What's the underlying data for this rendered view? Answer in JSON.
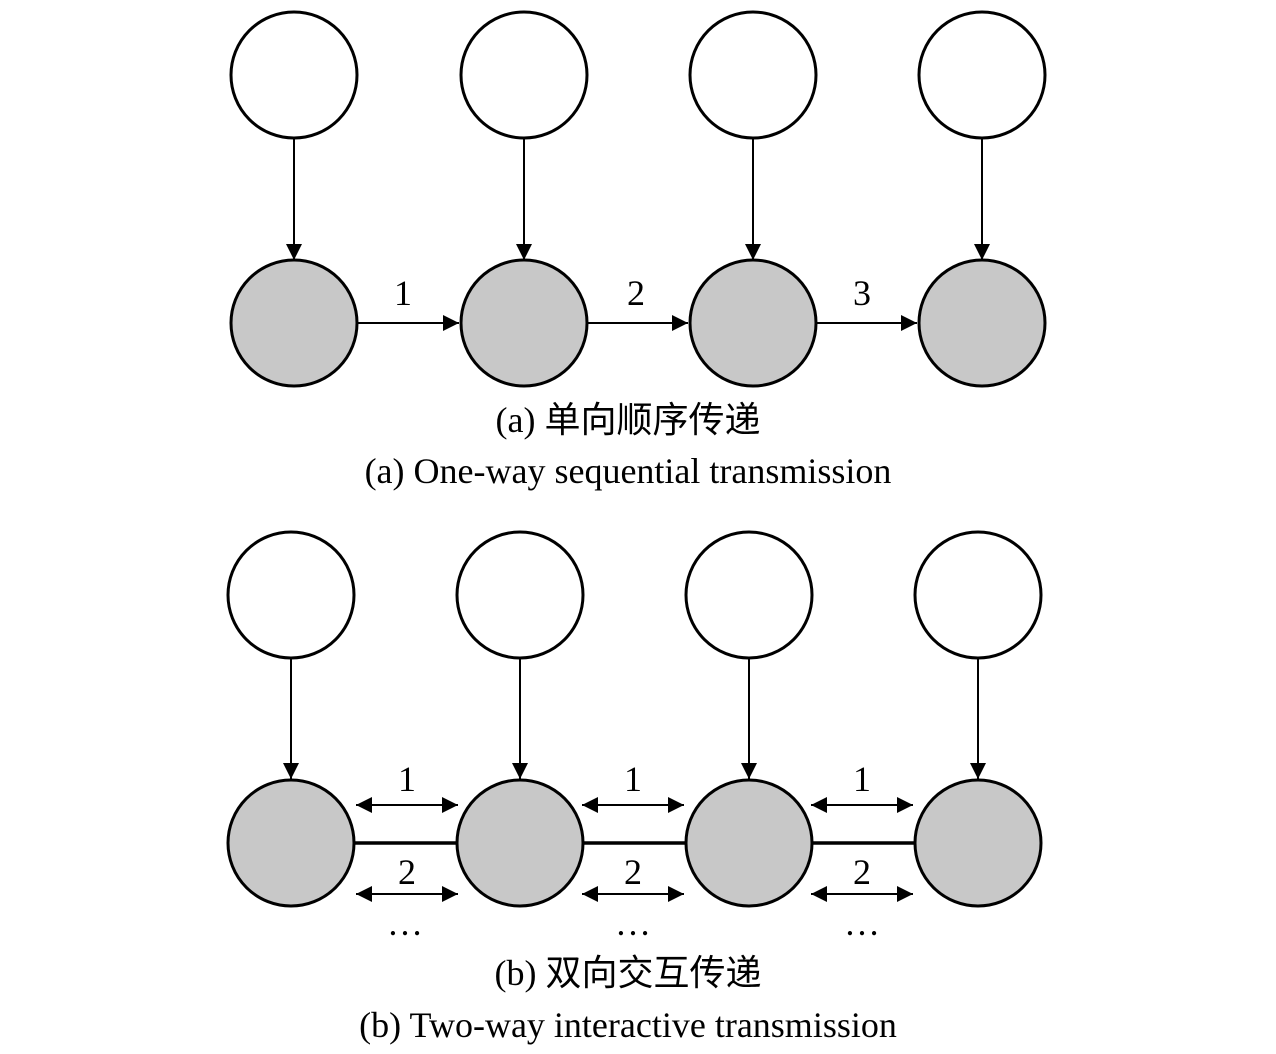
{
  "colors": {
    "top_node_fill": "#ffffff",
    "bottom_node_fill": "#c8c8c8",
    "stroke": "#000000"
  },
  "panel_a": {
    "step_labels": [
      "1",
      "2",
      "3"
    ],
    "caption_cn": "(a) 单向顺序传递",
    "caption_en": "(a) One-way sequential transmission"
  },
  "panel_b": {
    "upper_labels": [
      "1",
      "1",
      "1"
    ],
    "lower_labels": [
      "2",
      "2",
      "2"
    ],
    "ellipsis": "…",
    "caption_cn": "(b) 双向交互传递",
    "caption_en": "(b) Two-way interactive transmission"
  }
}
